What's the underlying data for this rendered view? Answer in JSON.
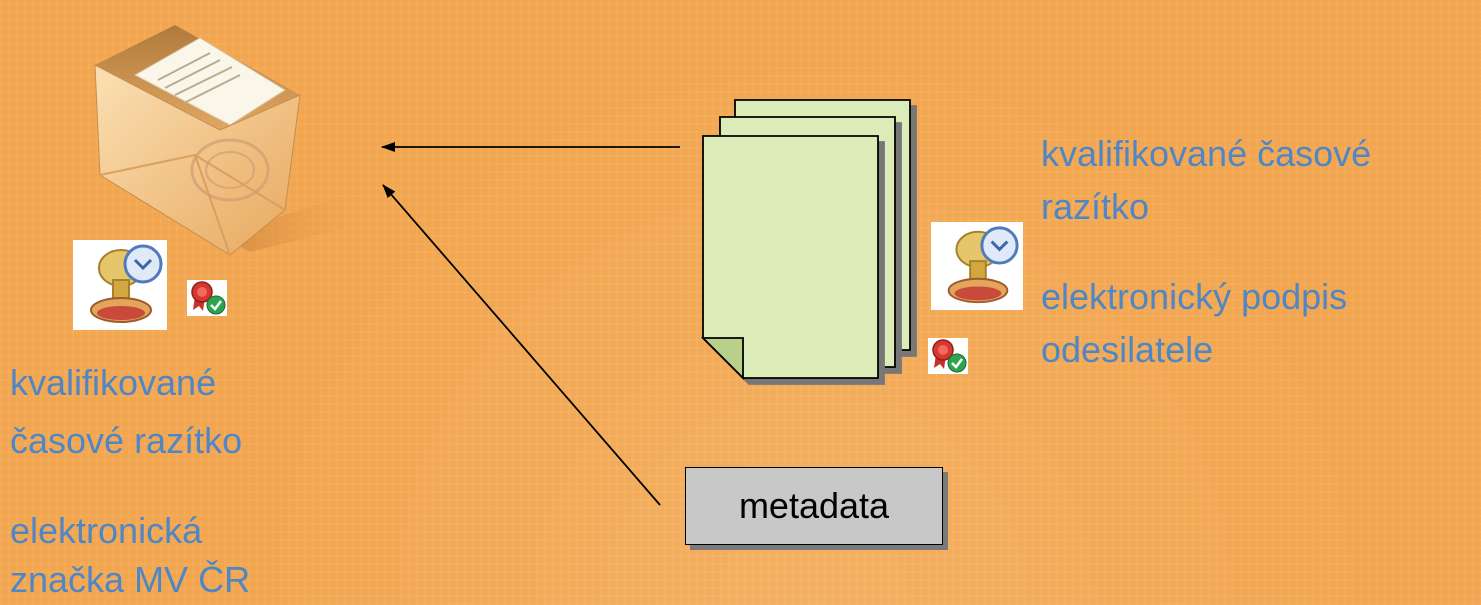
{
  "left_labels": {
    "timestamp_line1": "kvalifikované",
    "timestamp_line2": "časové razítko",
    "seal_line1": "elektronická",
    "seal_line2": "značka MV ČR"
  },
  "right_labels": {
    "timestamp_line1": "kvalifikované časové",
    "timestamp_line2": "razítko",
    "signature_line1": "elektronický podpis",
    "signature_line2": "odesilatele"
  },
  "metadata": {
    "label": "metadata"
  },
  "icons": {
    "envelope": "envelope-icon",
    "document_stack": "document-stack-icon",
    "timestamp": "timestamp-stamp-icon",
    "certificate": "certificate-verified-icon"
  },
  "colors": {
    "background": "#f2a64f",
    "label_text": "#4f86c6",
    "document_fill": "#dcecb8",
    "metadata_fill": "#c8c8c8",
    "arrow": "#000000"
  }
}
